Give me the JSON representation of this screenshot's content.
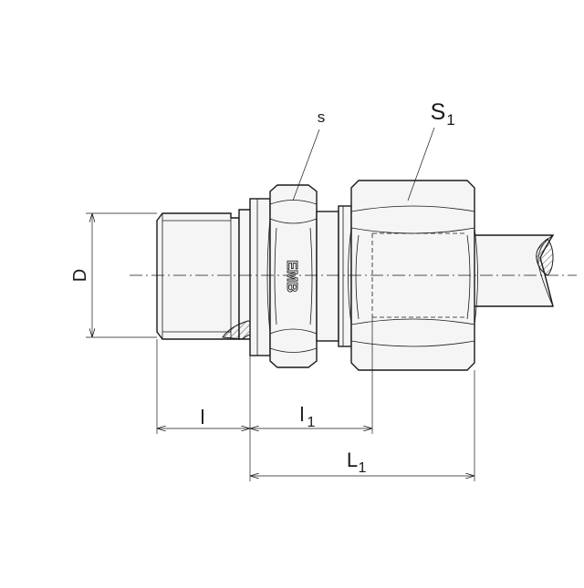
{
  "drawing": {
    "labels": {
      "D": "D",
      "l": "l",
      "l1_main": "l",
      "l1_sub": "1",
      "L1_main": "L",
      "L1_sub": "1",
      "s": "s",
      "S1_main": "S",
      "S1_sub": "1",
      "logo": "EMB"
    }
  }
}
